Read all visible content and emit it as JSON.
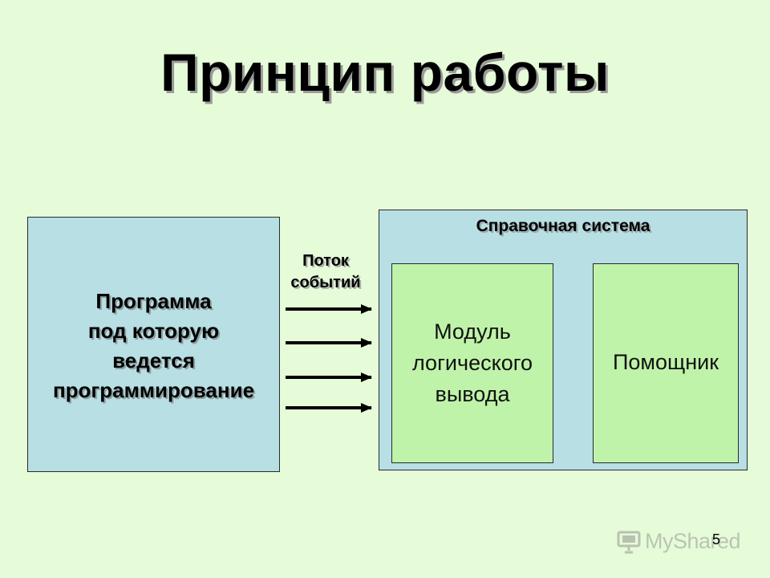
{
  "slide": {
    "title": "Принцип работы",
    "page_number": "5"
  },
  "left_block": {
    "text": "Программа\nпод которую\nведется\nпрограммирование"
  },
  "flow": {
    "label": "Поток\nсобытий",
    "arrow_count": 4
  },
  "help_system": {
    "title": "Справочная система",
    "module_text": "Модуль\nлогического\nвывода",
    "helper_text": "Помощник"
  },
  "watermark": {
    "text": "MyShared",
    "icon": "presentation-board-icon"
  },
  "colors": {
    "background": "#e6fbd8",
    "outer_box": "#b7dfe4",
    "inner_box": "#bff3a9",
    "border": "#2a2a2a"
  }
}
